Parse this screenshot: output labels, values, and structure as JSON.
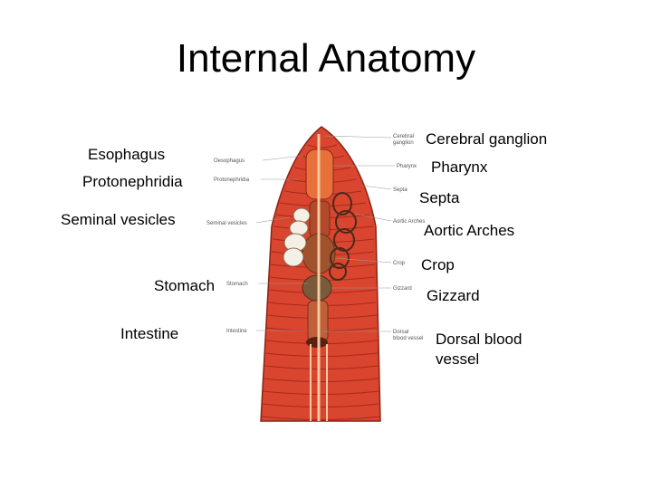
{
  "title": "Internal Anatomy",
  "labels_left": {
    "esophagus": "Esophagus",
    "protonephridia": "Protonephridia",
    "seminal_vesicles": "Seminal vesicles",
    "stomach": "Stomach",
    "intestine": "Intestine"
  },
  "labels_right": {
    "cerebral_ganglion": "Cerebral ganglion",
    "pharynx": "Pharynx",
    "septa": "Septa",
    "aortic_arches": "Aortic Arches",
    "crop": "Crop",
    "gizzard": "Gizzard",
    "dorsal_blood_vessel": "Dorsal blood vessel"
  },
  "figure_small_labels": {
    "cerebral": "Cerebral",
    "ganglion": "ganglion",
    "oesophagus": "Oesophagus",
    "pharynx": "Pharynx",
    "protonephridia": "Protonephridia",
    "septa": "Septa",
    "seminal_vesicles": "Seminal vesicles",
    "aortic_arches": "Aortic Arches",
    "crop": "Crop",
    "stomach": "Stomach",
    "gizzard": "Gizzard",
    "intestine": "Intestine",
    "dorsal": "Dorsal",
    "blood_vessel": "blood vessel"
  },
  "colors": {
    "body": "#d9452e",
    "segment": "#a82a1c",
    "vessel": "#f2c9a0",
    "gut": "#8a3a22",
    "vesicle": "#f5f0e6",
    "gizzard": "#7a5a3a"
  }
}
